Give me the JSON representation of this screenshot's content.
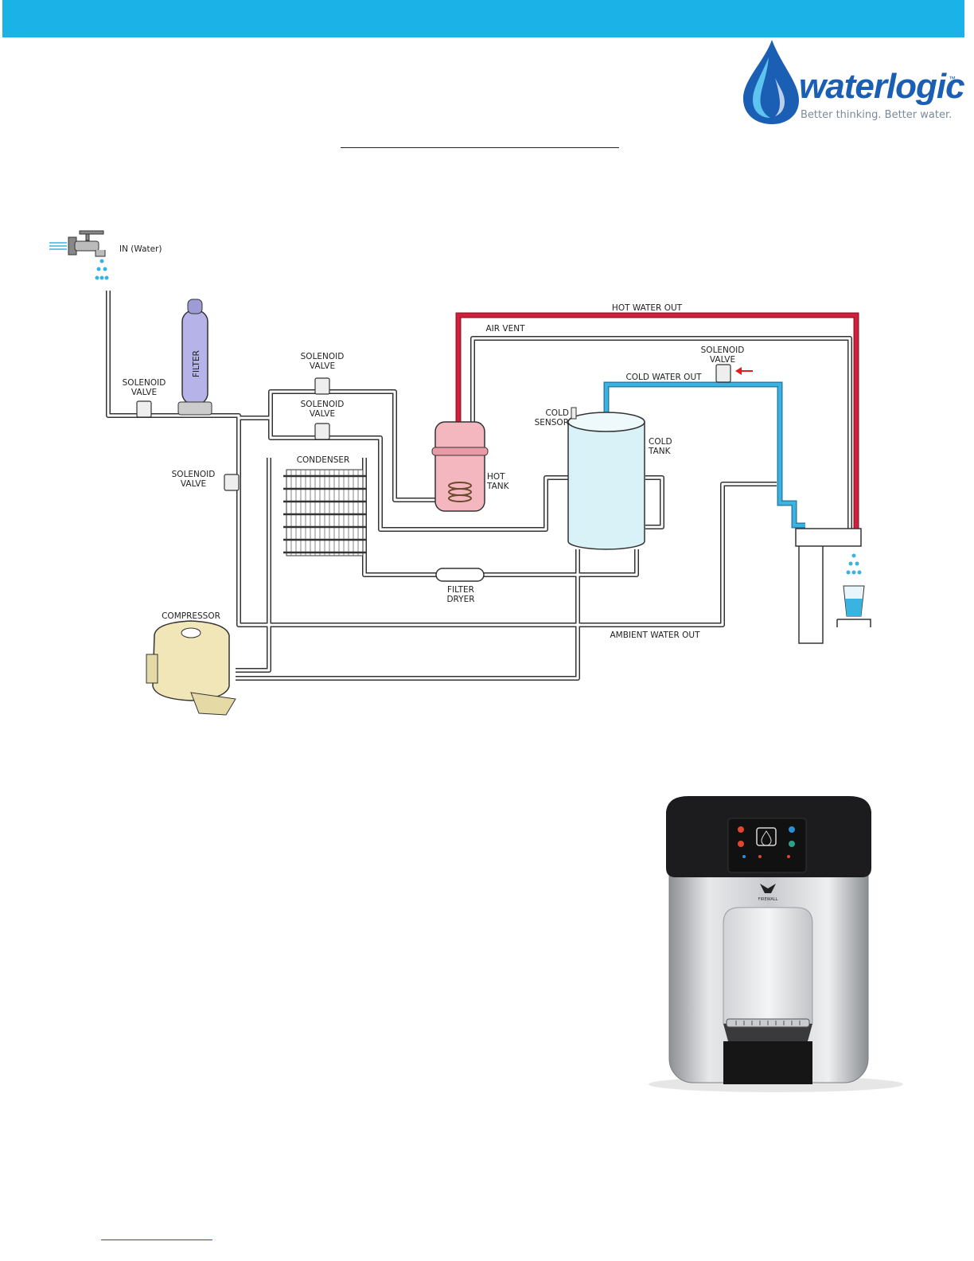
{
  "header": {
    "bar_color": "#1bb2e8"
  },
  "logo": {
    "wordmark": "waterlogic",
    "trademark": "™",
    "tagline": "Better thinking. Better water.",
    "brand_color": "#1a5fb4"
  },
  "diagram": {
    "labels": {
      "in_water": "IN (Water)",
      "filter": "FILTER",
      "solenoid_inlet_1": "SOLENOID",
      "solenoid_inlet_2": "VALVE",
      "solenoid_top_1": "SOLENOID",
      "solenoid_top_2": "VALVE",
      "solenoid_mid_1": "SOLENOID",
      "solenoid_mid_2": "VALVE",
      "solenoid_left_1": "SOLENOID",
      "solenoid_left_2": "VALVE",
      "solenoid_cold_1": "SOLENOID",
      "solenoid_cold_2": "VALVE",
      "hot_water_out": "HOT WATER OUT",
      "air_vent": "AIR VENT",
      "cold_water_out": "COLD WATER OUT",
      "cold_sensor_1": "COLD",
      "cold_sensor_2": "SENSOR",
      "cold_tank_1": "COLD",
      "cold_tank_2": "TANK",
      "hot_tank_1": "HOT",
      "hot_tank_2": "TANK",
      "condenser": "CONDENSER",
      "filter_dryer_1": "FILTER",
      "filter_dryer_2": "DRYER",
      "compressor": "COMPRESSOR",
      "ambient_water_out": "AMBIENT WATER OUT"
    },
    "colors": {
      "hot_line": "#d21f3c",
      "cold_line": "#3ab3e0",
      "pipe": "#333333",
      "filter_body": "#b6b3e8",
      "hot_tank": "#f4b7c0",
      "cold_tank": "#d9f2f7",
      "compressor": "#f1e6b8",
      "indicator_arrow": "#e0201e"
    }
  },
  "product": {
    "brand_mark": "FIREWALL"
  }
}
